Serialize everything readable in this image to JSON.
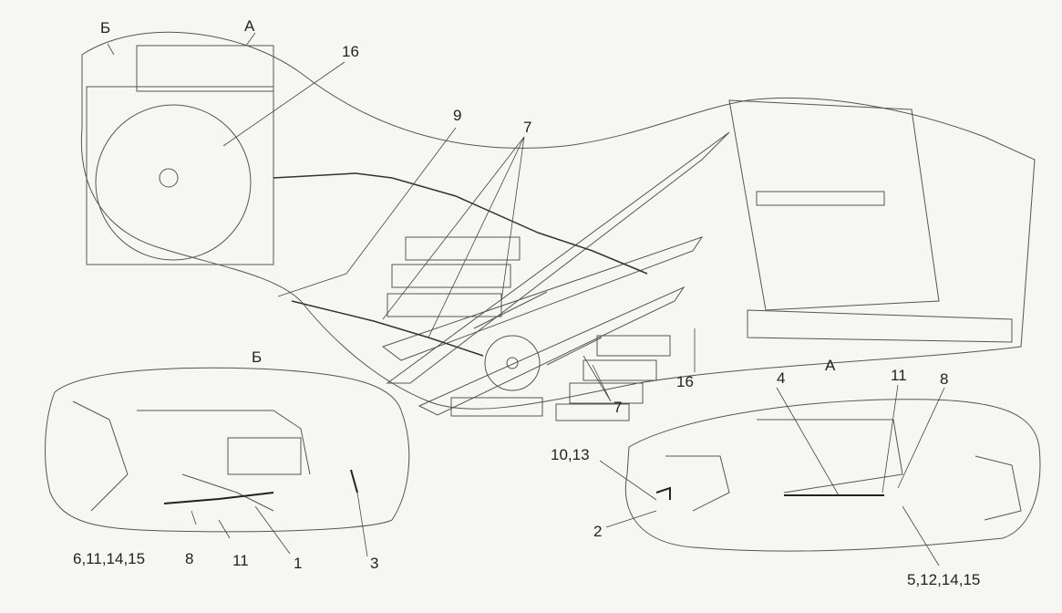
{
  "views": {
    "view_b_marker": "Б",
    "view_a_marker": "А",
    "view_b_title": "Б",
    "view_a_title": "А"
  },
  "callouts": {
    "c16_top": "16",
    "c9": "9",
    "c7_top": "7",
    "c16_right": "16",
    "c7_bottom": "7",
    "c6_11_14_15": "6,11,14,15",
    "c8_left": "8",
    "c11_left": "11",
    "c1": "1",
    "c3": "3",
    "c4": "4",
    "c11_right": "11",
    "c8_right": "8",
    "c10_13": "10,13",
    "c2": "2",
    "c5_12_14_15": "5,12,14,15"
  },
  "colors": {
    "line": "#4a4a4a",
    "fill": "#f6f6f5"
  }
}
